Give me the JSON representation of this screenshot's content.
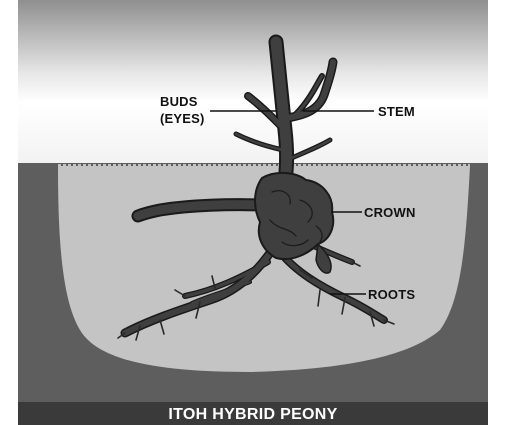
{
  "labels": {
    "buds_line1": "BUDS",
    "buds_line2": "(EYES)",
    "stem": "STEM",
    "crown": "CROWN",
    "roots": "ROOTS"
  },
  "caption": "ITOH HYBRID PEONY",
  "colors": {
    "sky_top": "#8f8f8f",
    "sky_mid": "#ffffff",
    "soil_dark": "#5e5e5e",
    "hole_fill": "#c4c4c4",
    "plant": "#3f3f3f",
    "plant_outline": "#1a1a1a",
    "caption_band": "#3a3a3a"
  }
}
